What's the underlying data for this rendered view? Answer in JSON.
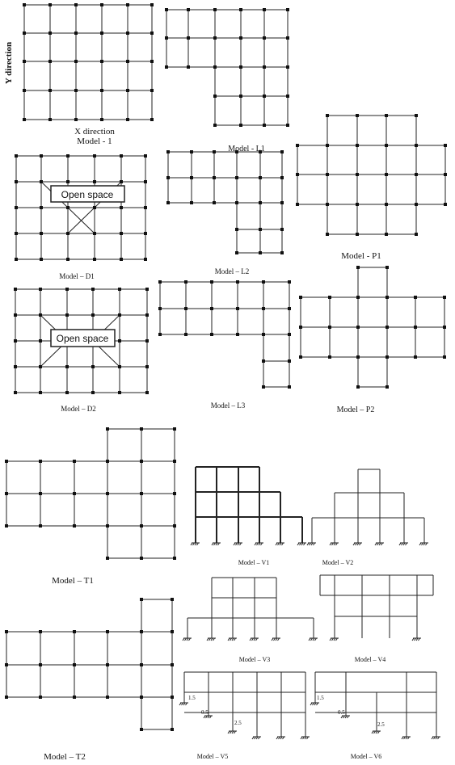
{
  "figure": {
    "axis_label_y": "Y direction",
    "axis_label_x": "X direction",
    "open_space_label": "Open space",
    "captions": {
      "model_1": "Model - 1",
      "model_l1": "Model - L1",
      "model_d1": "Model – D1",
      "model_l2": "Model – L2",
      "model_p1": "Model - P1",
      "model_d2": "Model – D2",
      "model_l3": "Model – L3",
      "model_p2": "Model – P2",
      "model_t1": "Model – T1",
      "model_v1": "Model – V1",
      "model_v2": "Model – V2",
      "model_v3": "Model – V3",
      "model_v4": "Model – V4",
      "model_t2": "Model – T2",
      "model_v5": "Model – V5",
      "model_v6": "Model – V6"
    },
    "dims": {
      "v5_top": "1.5",
      "v5_mid": "0.5",
      "v5_low": "2.5",
      "v6_top": "1.5",
      "v6_mid": "0.5",
      "v6_low": "2.5"
    }
  }
}
